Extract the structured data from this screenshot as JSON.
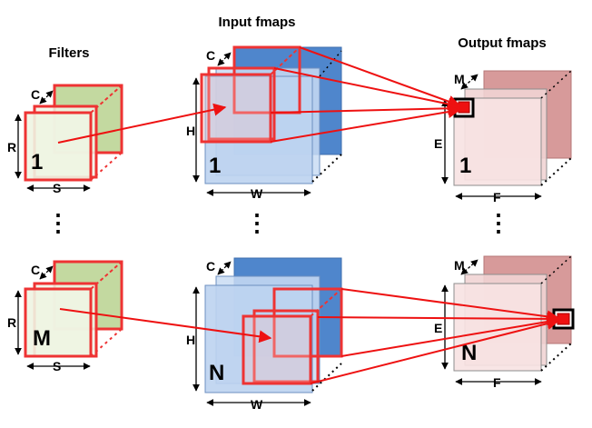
{
  "headers": {
    "filters": "Filters",
    "input": "Input fmaps",
    "output": "Output fmaps"
  },
  "top": {
    "filter": {
      "channel": "C",
      "height": "R",
      "width": "S",
      "index": "1"
    },
    "input": {
      "channel": "C",
      "height": "H",
      "width": "W",
      "index": "1"
    },
    "output": {
      "channel": "M",
      "height": "E",
      "width": "F",
      "index": "1"
    }
  },
  "bottom": {
    "filter": {
      "channel": "C",
      "height": "R",
      "width": "S",
      "index": "M"
    },
    "input": {
      "channel": "C",
      "height": "H",
      "width": "W",
      "index": "N"
    },
    "output": {
      "channel": "M",
      "height": "E",
      "width": "F",
      "index": "N"
    }
  },
  "ellipsis": "⋮",
  "colors": {
    "arrow": "#ee1111",
    "filter_back": "#c3d9a0",
    "filter_front": "#eef4e2",
    "input_back": "#4f86cc",
    "input_front": "#bcd3ef",
    "output_back": "#d79a9a",
    "output_front": "#f7e3e3"
  }
}
